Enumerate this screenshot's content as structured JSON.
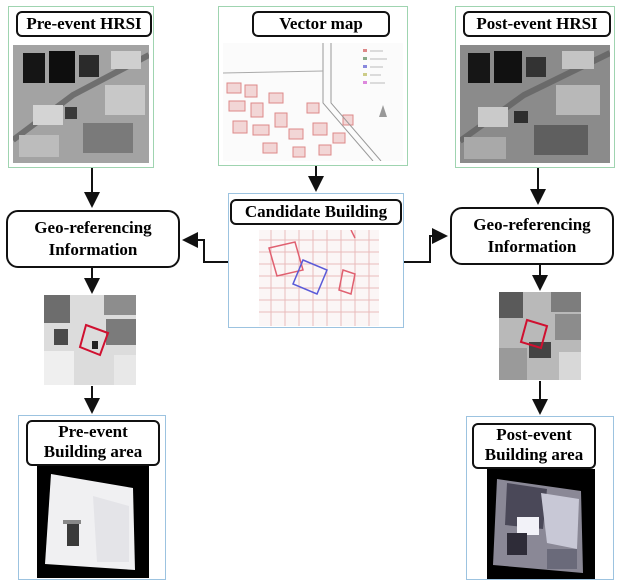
{
  "top": {
    "pre_label": "Pre-event HRSI",
    "vector_label": "Vector map",
    "post_label": "Post-event HRSI"
  },
  "middle": {
    "geo_left_line1": "Geo-referencing",
    "geo_left_line2": "Information",
    "candidate_label": "Candidate Building",
    "geo_right_line1": "Geo-referencing",
    "geo_right_line2": "Information"
  },
  "bottom": {
    "pre_area_line1": "Pre-event",
    "pre_area_line2": "Building area",
    "post_area_line1": "Post-event",
    "post_area_line2": "Building area"
  },
  "colors": {
    "outline_highlight": "#d01030",
    "candidate_blue": "#5a5ad8",
    "candidate_red": "#e06070",
    "arrow": "#111111"
  }
}
